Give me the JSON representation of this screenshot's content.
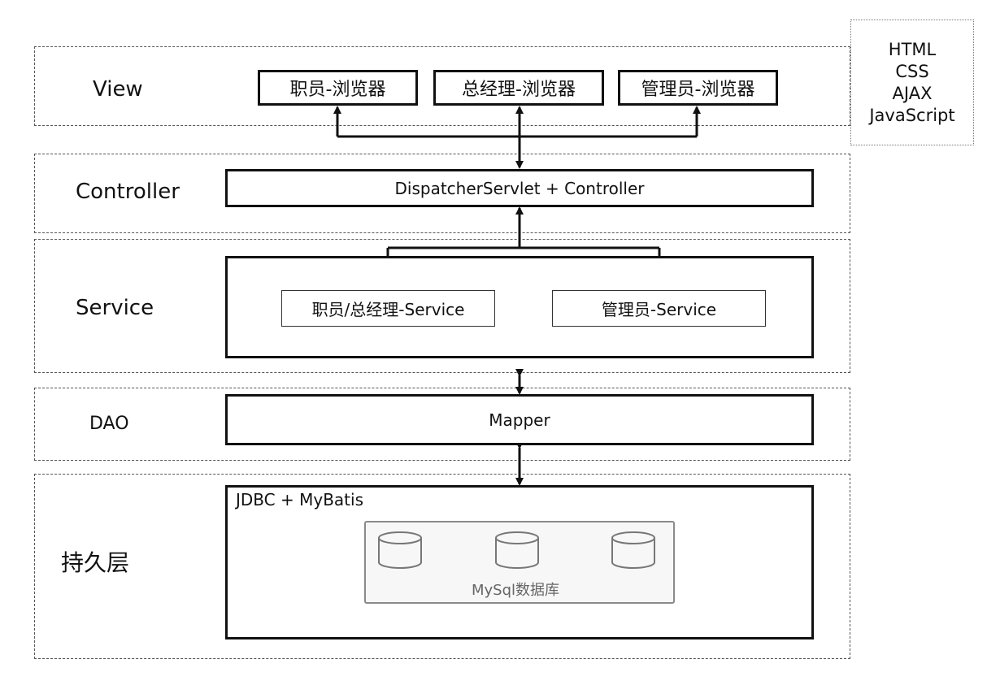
{
  "layers": {
    "view": "View",
    "controller": "Controller",
    "service": "Service",
    "dao": "DAO",
    "persistence": "持久层"
  },
  "view": {
    "employee_browser": "职员-浏览器",
    "manager_browser": "总经理-浏览器",
    "admin_browser": "管理员-浏览器"
  },
  "controller": {
    "box": "DispatcherServlet + Controller"
  },
  "service": {
    "employee_manager_service": "职员/总经理-Service",
    "admin_service": "管理员-Service"
  },
  "dao": {
    "box": "Mapper"
  },
  "persistence": {
    "box_title": "JDBC + MyBatis",
    "database_label": "MySql数据库",
    "database_icon": "database-cylinder-icon"
  },
  "tech_stack": [
    "HTML",
    "CSS",
    "AJAX",
    "JavaScript"
  ]
}
